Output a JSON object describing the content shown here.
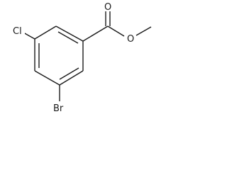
{
  "molecule": {
    "atoms": {
      "cl": "Cl",
      "br": "Br",
      "o_carbonyl": "O",
      "o_ester": "O"
    }
  }
}
